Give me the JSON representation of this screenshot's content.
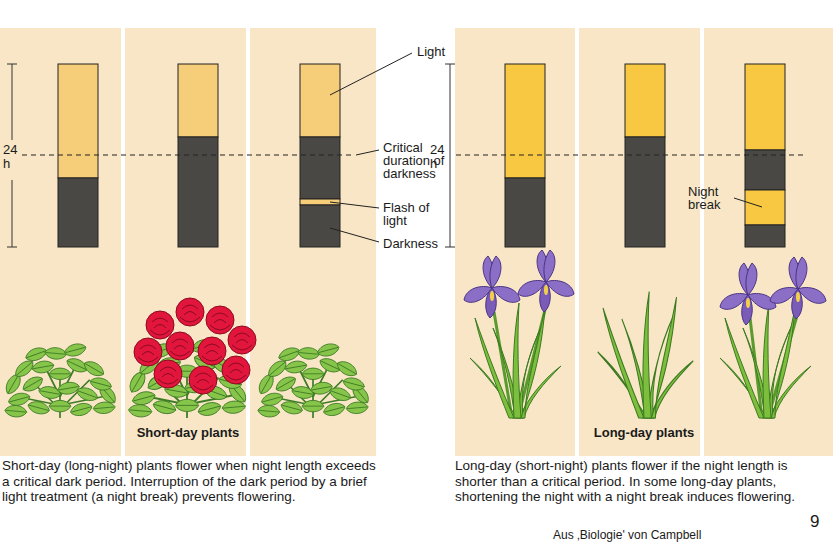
{
  "diagram": {
    "nodes": [
      {
        "text": [
          "Short-day plants"
        ]
      },
      {
        "text": [
          "Long-day plants"
        ]
      }
    ],
    "labels": [
      "24 h",
      "Light",
      "Critical duration of darkness",
      "Flash of light",
      "Darkness",
      "24 h",
      "Night break",
      "Short-day (long-night) plants flower when night length exceeds a critical dark period. Interruption of the dark period by a brief light treatment (a night break) prevents flowering.",
      "Long-day (short-night) plants flower if the night length is shorter than a critical period. In some long-day plants, shortening the night with a night break induces flowering.",
      "Aus ‚Biologie' von Campbell",
      "9"
    ]
  }
}
